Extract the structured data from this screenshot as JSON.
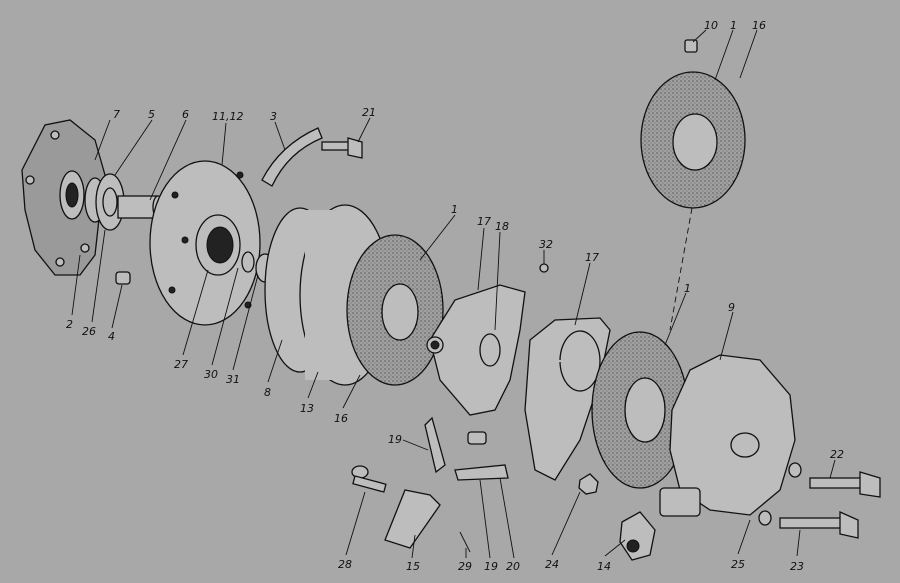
{
  "diagram": {
    "kind": "exploded-assembly-drawing",
    "background_color": "#a8a8a8",
    "ink_color": "#111111",
    "part_callouts": [
      {
        "id": "c10",
        "text": "10"
      },
      {
        "id": "c1a",
        "text": "1"
      },
      {
        "id": "c16a",
        "text": "16"
      },
      {
        "id": "c7",
        "text": "7"
      },
      {
        "id": "c5",
        "text": "5"
      },
      {
        "id": "c6",
        "text": "6"
      },
      {
        "id": "c1112",
        "text": "11,12"
      },
      {
        "id": "c3",
        "text": "3"
      },
      {
        "id": "c21",
        "text": "21"
      },
      {
        "id": "c1b",
        "text": "1"
      },
      {
        "id": "c17a",
        "text": "17"
      },
      {
        "id": "c18",
        "text": "18"
      },
      {
        "id": "c32",
        "text": "32"
      },
      {
        "id": "c17b",
        "text": "17"
      },
      {
        "id": "c1c",
        "text": "1"
      },
      {
        "id": "c9",
        "text": "9"
      },
      {
        "id": "c2",
        "text": "2"
      },
      {
        "id": "c26",
        "text": "26"
      },
      {
        "id": "c4",
        "text": "4"
      },
      {
        "id": "c27",
        "text": "27"
      },
      {
        "id": "c30",
        "text": "30"
      },
      {
        "id": "c31",
        "text": "31"
      },
      {
        "id": "c8",
        "text": "8"
      },
      {
        "id": "c13",
        "text": "13"
      },
      {
        "id": "c16b",
        "text": "16"
      },
      {
        "id": "c19a",
        "text": "19"
      },
      {
        "id": "c22",
        "text": "22"
      },
      {
        "id": "c28",
        "text": "28"
      },
      {
        "id": "c15",
        "text": "15"
      },
      {
        "id": "c29",
        "text": "29"
      },
      {
        "id": "c19b",
        "text": "19"
      },
      {
        "id": "c20",
        "text": "20"
      },
      {
        "id": "c24",
        "text": "24"
      },
      {
        "id": "c14",
        "text": "14"
      },
      {
        "id": "c25",
        "text": "25"
      },
      {
        "id": "c23",
        "text": "23"
      }
    ]
  }
}
